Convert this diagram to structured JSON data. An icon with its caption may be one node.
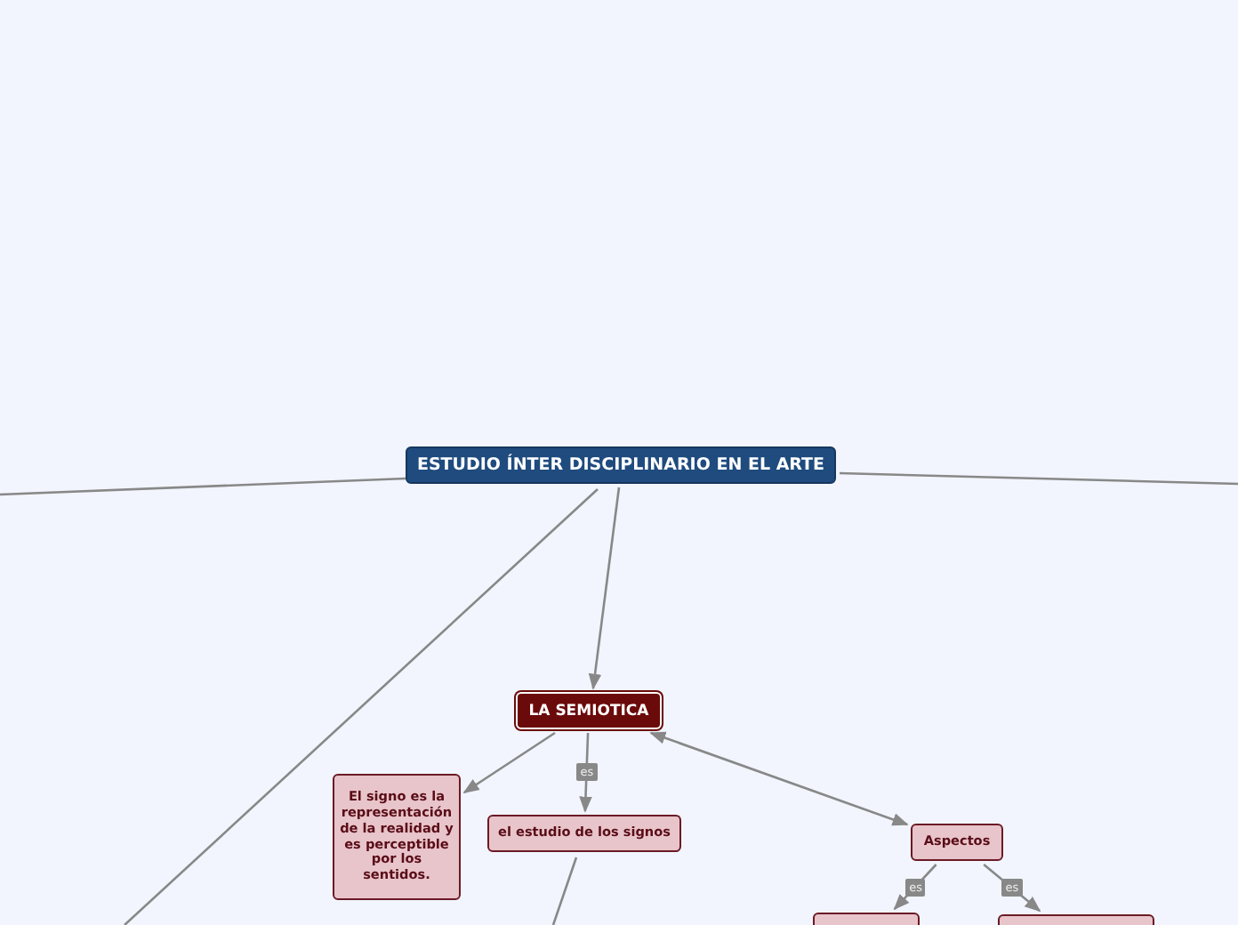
{
  "diagram": {
    "nodes": [
      {
        "text": [
          "ESTUDIO ÍNTER DISCIPLINARIO EN EL ARTE"
        ]
      },
      {
        "text": [
          "LA SEMIOTICA"
        ]
      },
      {
        "text": [
          "El signo es la representación de la realidad y es perceptible por los sentidos."
        ]
      },
      {
        "text": [
          "el estudio de los signos"
        ]
      },
      {
        "text": [
          "Aspectos"
        ]
      },
      {
        "text": [],
        "shape": "box"
      },
      {
        "text": [],
        "shape": "box"
      }
    ],
    "edges": [
      {
        "from": 0,
        "to": 1,
        "arrow": "to"
      },
      {
        "from": 0,
        "to": null,
        "arrow": "none"
      },
      {
        "from": 0,
        "to": null,
        "arrow": "none"
      },
      {
        "from": 0,
        "to": null,
        "arrow": "none"
      },
      {
        "from": 1,
        "to": 2,
        "arrow": "to"
      },
      {
        "from": 1,
        "to": 3,
        "arrow": "to",
        "label": "es"
      },
      {
        "from": 4,
        "to": 1,
        "arrow": "both"
      },
      {
        "from": 3,
        "to": null,
        "arrow": "none"
      },
      {
        "from": 4,
        "to": 5,
        "arrow": "to",
        "label": "es"
      },
      {
        "from": 4,
        "to": 6,
        "arrow": "to",
        "label": "es"
      }
    ]
  }
}
